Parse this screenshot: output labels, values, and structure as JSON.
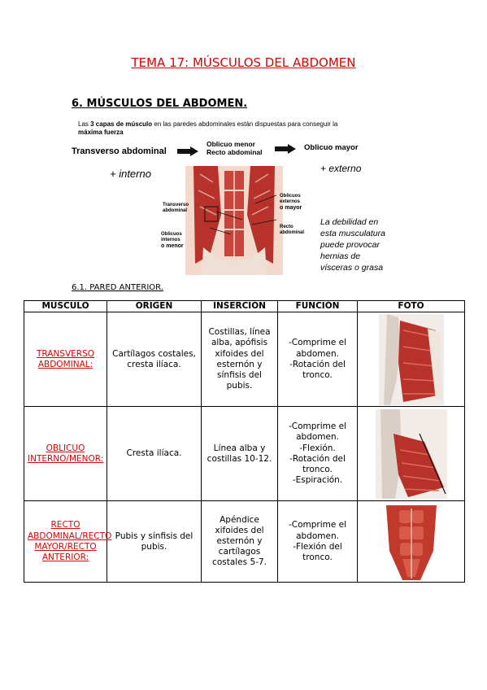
{
  "doc_title": "TEMA 17: MÚSCULOS DEL ABDOMEN",
  "section_heading": "6. MÚSCULOS DEL ABDOMEN.",
  "figure": {
    "intro_pre": "Las ",
    "intro_bold": "3 capas de músculo",
    "intro_post": " en las paredes abdominales están dispuestas para conseguir la",
    "intro_line2": "máxima fuerza",
    "layer_1": "Transverso abdominal",
    "layer_2a": "Oblicuo menor",
    "layer_2b": "Recto abdominal",
    "layer_3": "Oblicuo mayor",
    "internal": "+ interno",
    "external": "+ externo",
    "label_transverso_1": "Transverso",
    "label_transverso_2": "abdominal",
    "label_oblicuos_int_1": "Oblicuos",
    "label_oblicuos_int_2": "internos",
    "label_oblicuos_int_3": "o menor",
    "label_oblicuos_ext_1": "Oblicuos",
    "label_oblicuos_ext_2": "externos",
    "label_oblicuos_ext_3": "o mayor",
    "label_recto_1": "Recto",
    "label_recto_2": "abdominal",
    "note_1": "La debilidad en",
    "note_2": "esta musculatura",
    "note_3": "puede provocar",
    "note_4": "hernias de",
    "note_5": "vísceras o grasa"
  },
  "sub_heading": "6.1. PARED ANTERIOR.",
  "table": {
    "headers": [
      "MÚSCULO",
      "ORIGEN",
      "INSERCIÓN",
      "FUNCIÓN",
      "FOTO"
    ],
    "rows": [
      {
        "name": "TRANSVERSO ABDOMINAL:",
        "origin": "Cartílagos costales, cresta ilíaca.",
        "insertion": "Costillas, línea alba, apófisis xifoides del esternón y sínfisis del pubis.",
        "function": [
          "-Comprime el abdomen.",
          "-Rotación del tronco."
        ]
      },
      {
        "name": "OBLICUO INTERNO/MENOR:",
        "origin": "Cresta ilíaca.",
        "insertion": "Línea alba y costillas 10-12.",
        "function": [
          "-Comprime el abdomen.",
          "-Flexión.",
          "-Rotación del tronco.",
          "-Espiración."
        ]
      },
      {
        "name": "RECTO ABDOMINAL/RECTO MAYOR/RECTO ANTERIOR:",
        "origin": "Pubis y sínfisis del pubis.",
        "insertion": "Apéndice xifoides del esternón y cartílagos costales 5-7.",
        "function": [
          "-Comprime el abdomen.",
          "-Flexión del tronco."
        ]
      }
    ]
  },
  "colors": {
    "title_red": "#e00000",
    "muscle_red": "#b8322c",
    "muscle_light": "#e06a5a"
  }
}
